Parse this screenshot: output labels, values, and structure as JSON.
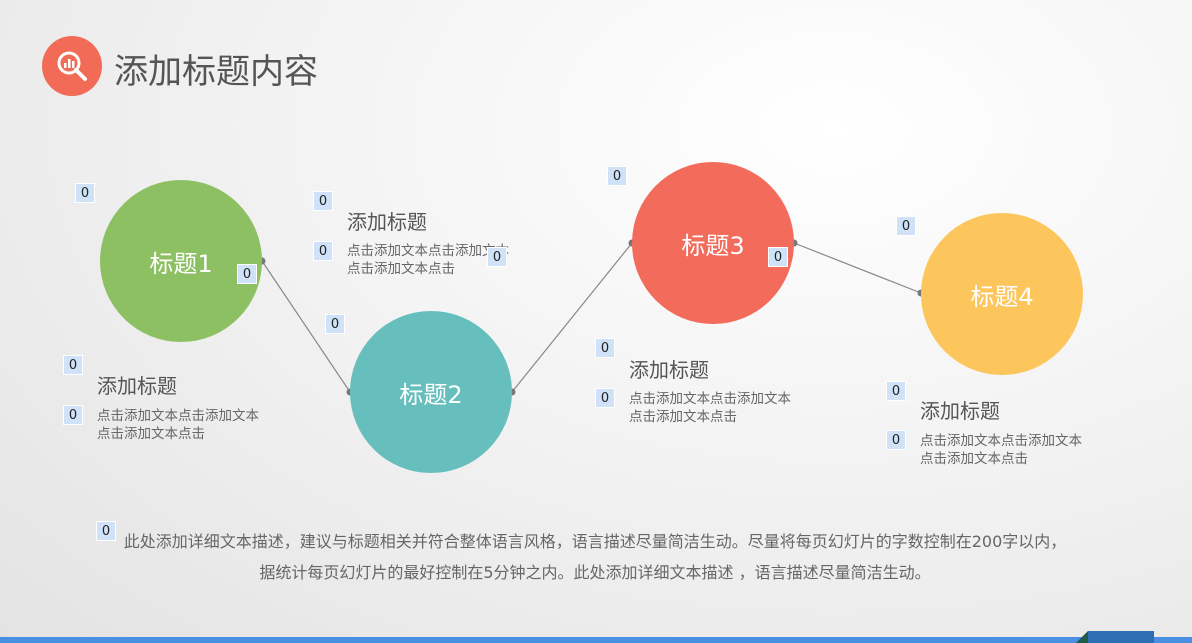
{
  "header": {
    "title": "添加标题内容",
    "icon": "magnifier-chart-icon"
  },
  "circles": [
    {
      "label": "标题1",
      "color": "#8dc063"
    },
    {
      "label": "标题2",
      "color": "#66bebd"
    },
    {
      "label": "标题3",
      "color": "#f26b5b"
    },
    {
      "label": "标题4",
      "color": "#fcc65c"
    }
  ],
  "items": [
    {
      "title": "添加标题",
      "text": "点击添加文本点击添加文本点击添加文本点击"
    },
    {
      "title": "添加标题",
      "text": "点击添加文本点击添加文本点击添加文本点击"
    },
    {
      "title": "添加标题",
      "text": "点击添加文本点击添加文本点击添加文本点击"
    },
    {
      "title": "添加标题",
      "text": "点击添加文本点击添加文本点击添加文本点击"
    }
  ],
  "description": "此处添加详细文本描述，建议与标题相关并符合整体语言风格，语言描述尽量简洁生动。尽量将每页幻灯片的字数控制在200字以内，据统计每页幻灯片的最好控制在5分钟之内。此处添加详细文本描述 ，语言描述尽量简洁生动。",
  "badge_value": "0"
}
